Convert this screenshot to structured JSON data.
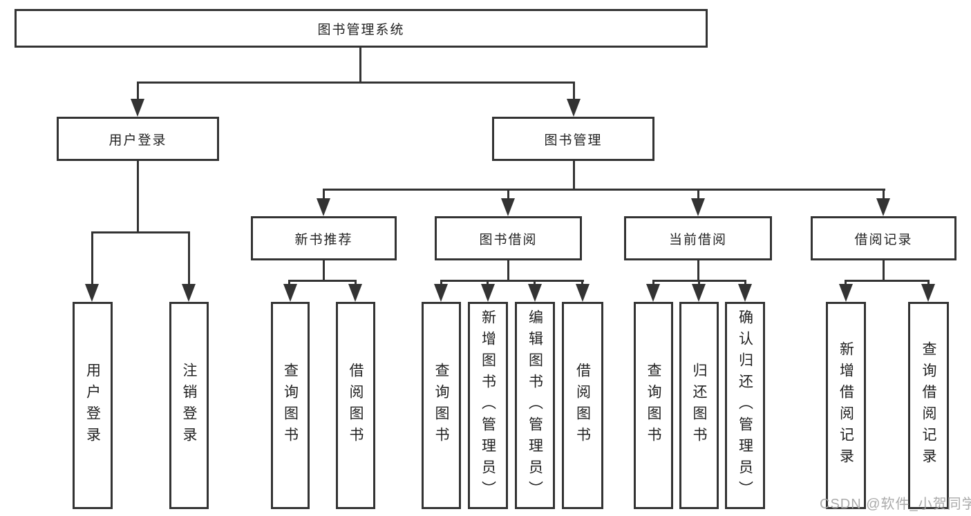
{
  "diagram": {
    "root_label": "图书管理系统",
    "level2": [
      {
        "label": "用户登录"
      },
      {
        "label": "图书管理"
      }
    ],
    "level3": [
      {
        "label": "新书推荐"
      },
      {
        "label": "图书借阅"
      },
      {
        "label": "当前借阅"
      },
      {
        "label": "借阅记录"
      }
    ],
    "leaves": {
      "under_user_login": [
        {
          "label": "用户登录"
        },
        {
          "label": "注销登录"
        }
      ],
      "under_new_book": [
        {
          "label": "查询图书"
        },
        {
          "label": "借阅图书"
        }
      ],
      "under_book_borrow": [
        {
          "label": "查询图书"
        },
        {
          "label": "新增图书（管理员）"
        },
        {
          "label": "编辑图书（管理员）"
        },
        {
          "label": "借阅图书"
        }
      ],
      "under_current_borrow": [
        {
          "label": "查询图书"
        },
        {
          "label": "归还图书"
        },
        {
          "label": "确认归还（管理员）"
        }
      ],
      "under_records": [
        {
          "label": "新增借阅记录"
        },
        {
          "label": "查询借阅记录"
        }
      ]
    },
    "line_color": "#333333",
    "watermark": "CSDN @软件_小贺同学"
  }
}
